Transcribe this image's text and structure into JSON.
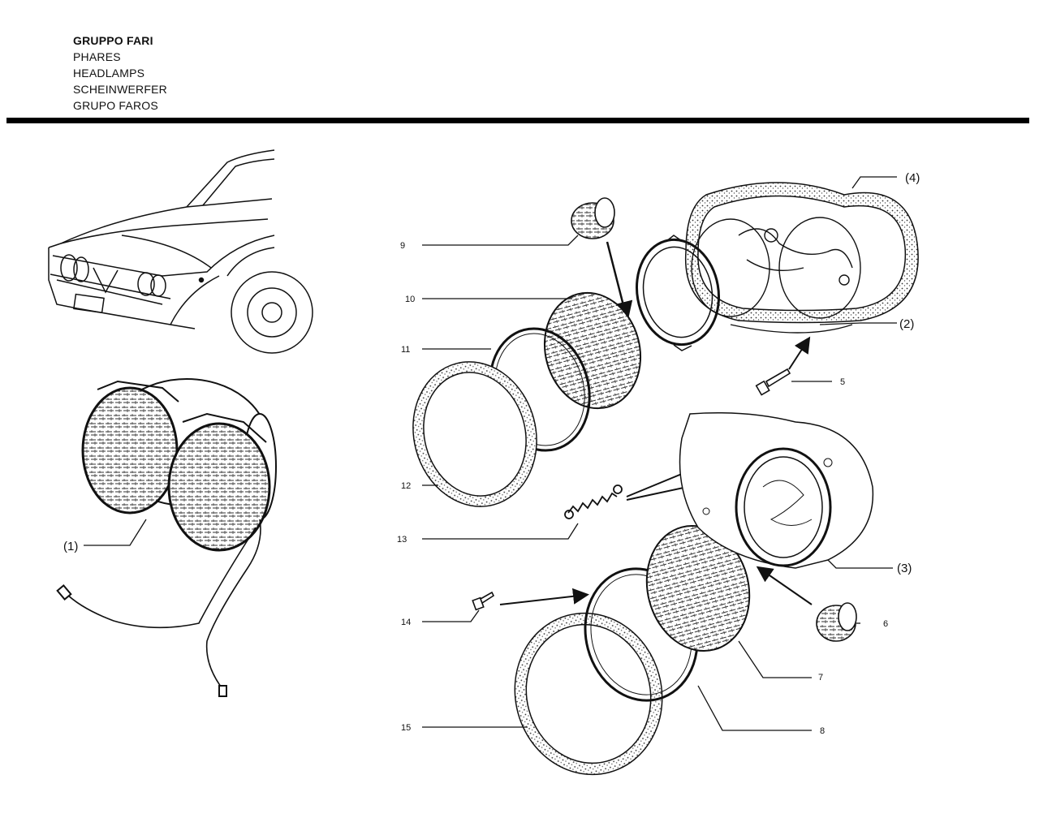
{
  "header": {
    "lines": [
      "GRUPPO FARI",
      "PHARES",
      "HEADLAMPS",
      "SCHEINWERFER",
      "GRUPO FAROS"
    ]
  },
  "callouts": {
    "c1": "(1)",
    "c2": "(2)",
    "c3": "(3)",
    "c4": "(4)"
  },
  "parts": {
    "p5": "5",
    "p6": "6",
    "p7": "7",
    "p8": "8",
    "p9": "9",
    "p10": "10",
    "p11": "11",
    "p12": "12",
    "p13": "13",
    "p14": "14",
    "p15": "15"
  }
}
